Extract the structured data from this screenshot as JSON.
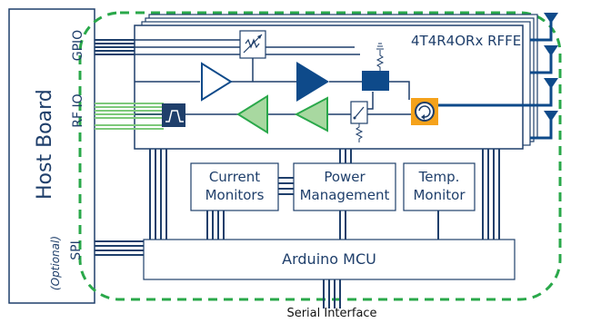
{
  "host_board": {
    "label": "Host Board"
  },
  "host_ports": {
    "gpio": "GPIO",
    "rf_io": "RF IO",
    "spi_optional": "(Optional)",
    "spi": "SPI"
  },
  "rffe": {
    "title": "4T4R4ORx RFFE"
  },
  "monitors": {
    "current": {
      "line1": "Current",
      "line2": "Monitors"
    },
    "power": {
      "line1": "Power",
      "line2": "Management"
    },
    "temp": {
      "line1": "Temp.",
      "line2": "Monitor"
    }
  },
  "mcu": {
    "label": "Arduino MCU"
  },
  "serial": {
    "label": "Serial Interface"
  },
  "colors": {
    "navy": "#1f3f6b",
    "dark_blue": "#0e4a8a",
    "green_dashed": "#2aa84a",
    "amp_green": "#a8d8a0",
    "circulator_orange": "#f5a21b",
    "rf_line_green": "#7dc97a"
  },
  "icons": {
    "antennas": "antenna-icon",
    "circulator": "circulator-icon",
    "filter": "bandpass-filter-icon",
    "switch": "switch-icon",
    "variable_attenuator": "variable-attenuator-icon"
  }
}
